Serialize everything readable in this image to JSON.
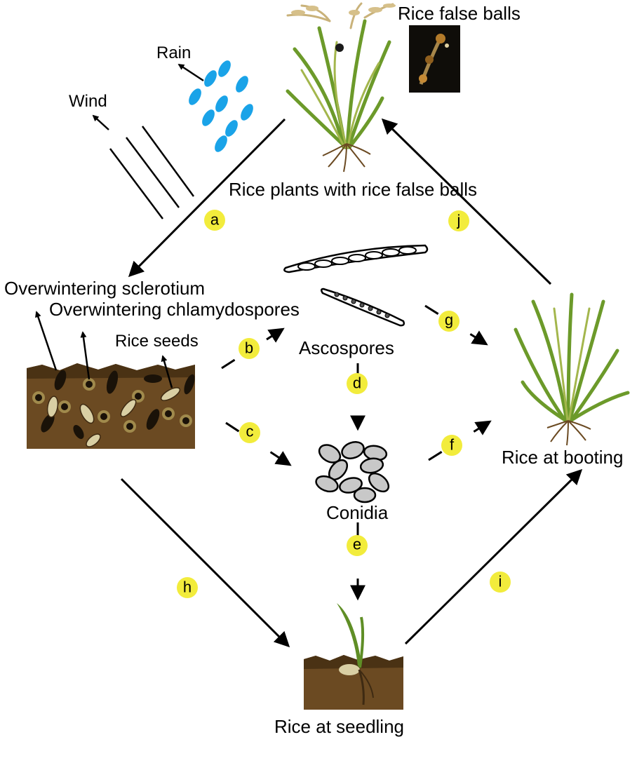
{
  "labels": {
    "rice_false_balls": "Rice false balls",
    "rain": "Rain",
    "wind": "Wind",
    "rice_plants_with_false_balls": "Rice plants with rice false balls",
    "overwintering_sclerotium": "Overwintering sclerotium",
    "overwintering_chlamydospores": "Overwintering chlamydospores",
    "rice_seeds": "Rice seeds",
    "ascospores": "Ascospores",
    "conidia": "Conidia",
    "rice_at_booting": "Rice at booting",
    "rice_at_seedling": "Rice at seedling"
  },
  "steps": {
    "a": "a",
    "b": "b",
    "c": "c",
    "d": "d",
    "e": "e",
    "f": "f",
    "g": "g",
    "h": "h",
    "i": "i",
    "j": "j"
  },
  "colors": {
    "badge": "#f2ec3c",
    "rain": "#1aa3e8",
    "soil": "#6b4a22",
    "soil_dark": "#3e2a12",
    "leaf": "#6c9a2a",
    "leaf_light": "#9bb94a",
    "sclerotium": "#1a1208",
    "seed": "#d9cfa4",
    "conidia": "#c8c8c8"
  }
}
